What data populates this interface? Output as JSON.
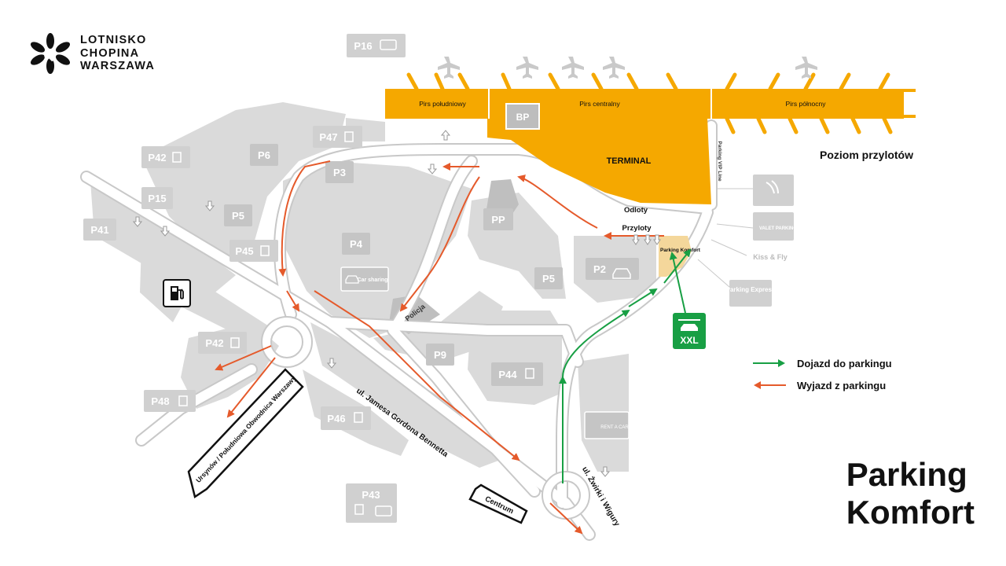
{
  "logo": {
    "line1": "LOTNISKO",
    "line2": "CHOPINA",
    "line3": "WARSZAWA"
  },
  "title": {
    "line1": "Parking",
    "line2": "Komfort"
  },
  "legend": {
    "entry_in": "Dojazd do parkingu",
    "entry_out": "Wyjazd z parkingu"
  },
  "arrival_level": "Poziom przylotów",
  "terminal": {
    "name": "TERMINAL",
    "pier_south": "Pirs południowy",
    "pier_central": "Pirs centralny",
    "pier_north": "Pirs północny",
    "bp": "BP"
  },
  "parkings": {
    "p16": "P16",
    "p47": "P47",
    "p6": "P6",
    "p3": "P3",
    "p42_top": "P42",
    "p15": "P15",
    "p41": "P41",
    "p5_left": "P5",
    "p45": "P45",
    "p4": "P4",
    "pp": "PP",
    "p5_right": "P5",
    "p2": "P2",
    "p42_bottom": "P42",
    "p48": "P48",
    "p9": "P9",
    "p44": "P44",
    "p46": "P46",
    "p43": "P43"
  },
  "labels": {
    "odloty": "Odloty",
    "przyloty": "Przyloty",
    "parking_komfort": "Parking Komfort",
    "parking_vip": "Parking VIP Line",
    "kiss_fly": "Kiss & Fly",
    "parking_express": "Parking Express",
    "valet": "VALET PARKING",
    "car_sharing": "Car sharing",
    "rent_a_car": "RENT A CAR",
    "policja": "Policja",
    "street_bennetta": "ul. Jamesa Gordona Bennetta",
    "street_zwirki": "ul. Żwirki i Wigury",
    "ring_road": "Ursynów / Południowa Obwodnica Warszawy",
    "centrum": "Centrum",
    "xxl": "XXL"
  },
  "colors": {
    "terminal": "#f5a800",
    "parking_gray": "#d9d9d9",
    "road": "#ffffff",
    "green": "#189f44",
    "orange": "#e55a2b",
    "komfort": "#f4d79b",
    "dark": "#111111"
  },
  "icons": [
    "fuel-pump-icon",
    "plane-icon",
    "bus-icon",
    "car-icon",
    "parking-sign-icon",
    "hand-wave-icon",
    "valet-sign-icon"
  ]
}
